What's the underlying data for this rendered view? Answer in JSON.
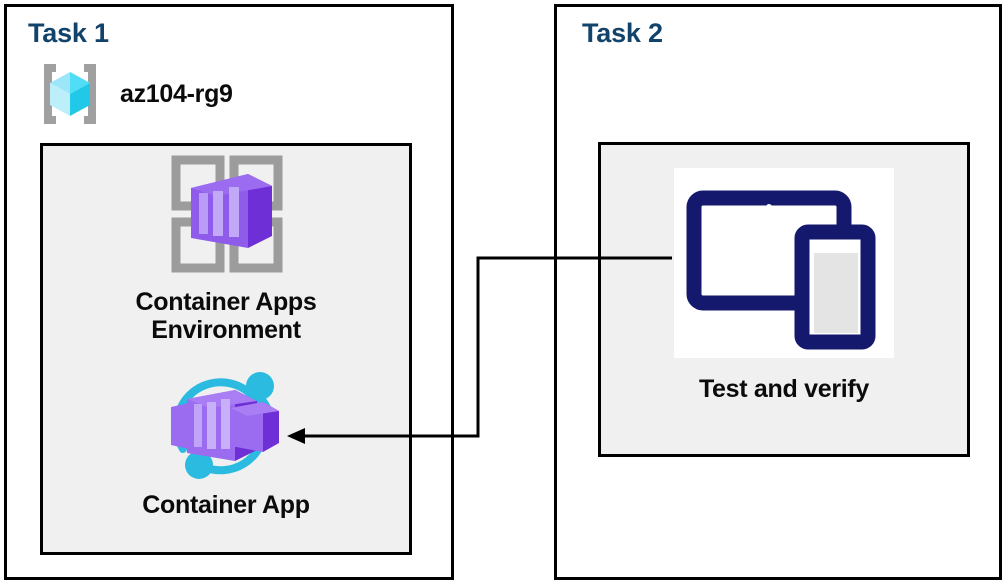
{
  "diagram": {
    "title_color": "#12436B",
    "panel_border_color": "#000000",
    "inner_box_fill": "#f0f0f0",
    "connector_color": "#000000"
  },
  "task1": {
    "title": "Task 1",
    "resource_group": {
      "icon": "resource-group-icon",
      "name": "az104-rg9"
    },
    "nodes": [
      {
        "icon": "container-apps-environment-icon",
        "label": "Container Apps\nEnvironment"
      },
      {
        "icon": "container-app-icon",
        "label": "Container App"
      }
    ]
  },
  "task2": {
    "title": "Task 2",
    "nodes": [
      {
        "icon": "devices-test-icon",
        "label": "Test and verify"
      }
    ]
  },
  "connector": {
    "name": "test-to-container-app-arrow",
    "from": "devices-test-icon",
    "to": "container-app-icon",
    "direction": "right-to-left",
    "arrowhead": "left"
  }
}
